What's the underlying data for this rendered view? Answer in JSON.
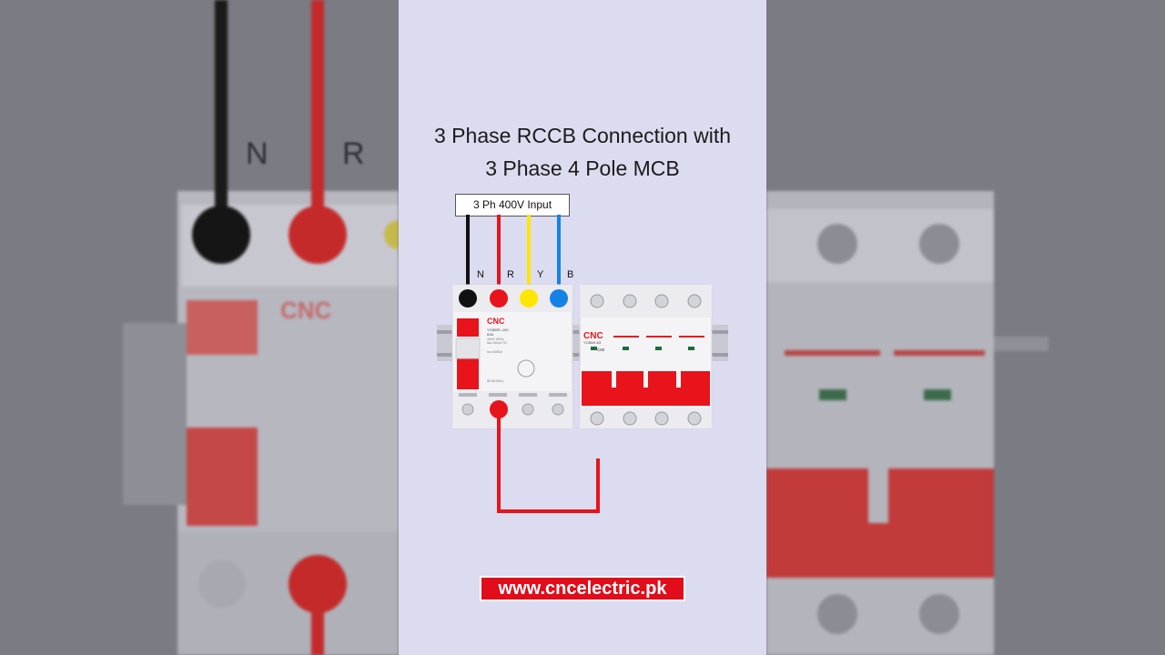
{
  "title": {
    "line1": "3 Phase RCCB Connection with",
    "line2": "3 Phase 4 Pole MCB"
  },
  "input_label": "3 Ph 400V Input",
  "wires": [
    {
      "label": "N",
      "color": "#111111"
    },
    {
      "label": "R",
      "color": "#e8131b"
    },
    {
      "label": "Y",
      "color": "#ffe600"
    },
    {
      "label": "B",
      "color": "#1582e6"
    }
  ],
  "rccb": {
    "brand": "CNC",
    "model": "YCB6RL-100",
    "rating": "63A",
    "spec_voltage": "400V~50Hz",
    "spec_current": "IΔn=30mA TΩ",
    "standard": "IEC61008-1",
    "inc": "Inc=6000A"
  },
  "mcb": {
    "brand": "CNC",
    "model": "YCB6H-63",
    "rating": "C50"
  },
  "background_labels": {
    "n": "N",
    "r": "R"
  },
  "footer_url": "www.cncelectric.pk",
  "colors": {
    "red": "#e8131b",
    "panel_bg": "#dcdcf0",
    "url_bg": "#e10d1a"
  }
}
